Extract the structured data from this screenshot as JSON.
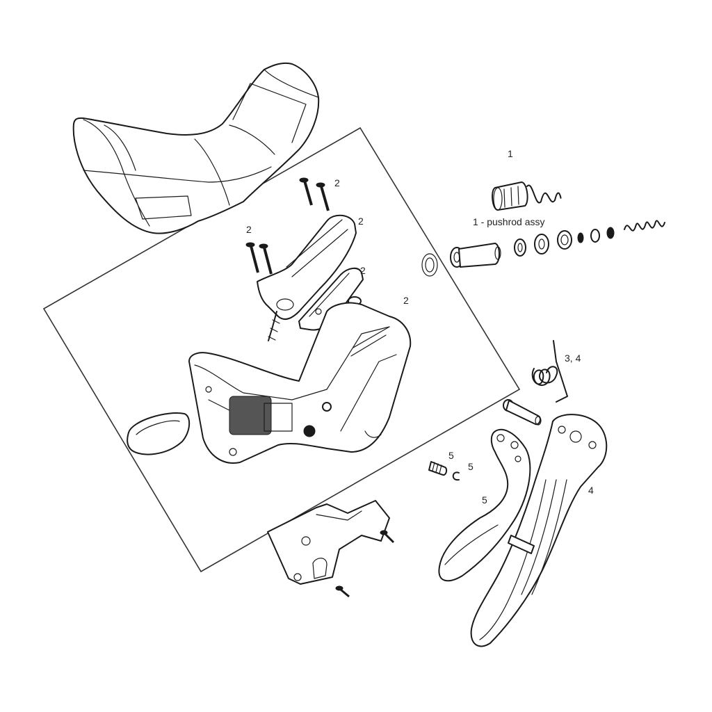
{
  "callouts": {
    "pushrod_number": "1",
    "pushrod_assy": "1 - pushrod assy",
    "screw_top": "2",
    "clamp_2": "2",
    "screw_left": "2",
    "bracket_2": "2",
    "body_2": "2",
    "spring_34": "3, 4",
    "setscrew_5": "5",
    "clip_5": "5",
    "blade_5": "5",
    "lever_4": "4"
  },
  "colors": {
    "line": "#1a1a1a",
    "background": "#ffffff",
    "text": "#222222"
  }
}
